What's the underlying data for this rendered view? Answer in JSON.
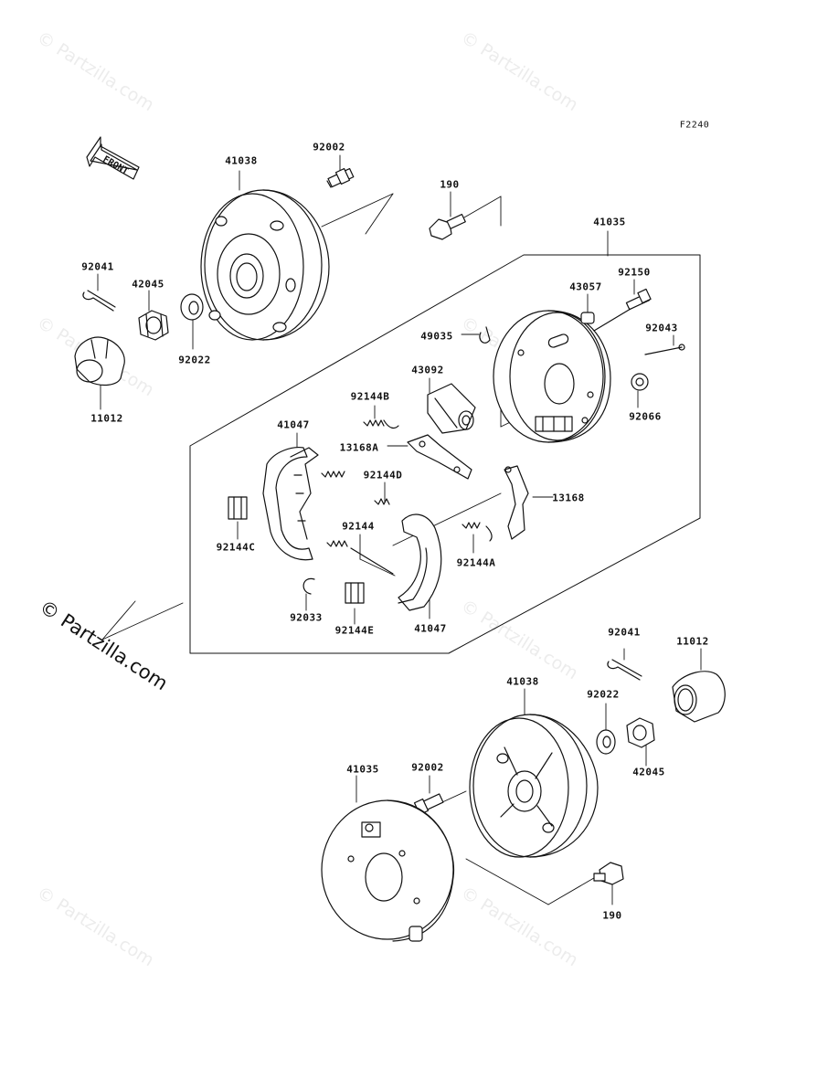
{
  "figure_code": "F2240",
  "watermark": {
    "faint_text": "© Partzilla.com",
    "main_text": "© Partzilla.com"
  },
  "front_arrow_label": "FRONT",
  "parts": {
    "p41038_top": "41038",
    "p92002_top": "92002",
    "p190_top": "190",
    "p41035_top": "41035",
    "p92041_left": "92041",
    "p42045_left": "42045",
    "p92022_left": "92022",
    "p11012_left": "11012",
    "p43057": "43057",
    "p92150": "92150",
    "p49035": "49035",
    "p92043": "92043",
    "p43092": "43092",
    "p92066": "92066",
    "p92144B": "92144B",
    "p41047_left": "41047",
    "p13168A": "13168A",
    "p92144D": "92144D",
    "p13168": "13168",
    "p92144": "92144",
    "p92144C": "92144C",
    "p92144A": "92144A",
    "p92033": "92033",
    "p92144E": "92144E",
    "p41047_right": "41047",
    "p92041_right": "92041",
    "p11012_right": "11012",
    "p41038_bottom": "41038",
    "p92022_right": "92022",
    "p42045_right": "42045",
    "p41035_bottom": "41035",
    "p92002_bottom": "92002",
    "p190_bottom": "190"
  },
  "colors": {
    "ink": "#111111",
    "watermark": "#cccccc",
    "background": "#ffffff"
  }
}
